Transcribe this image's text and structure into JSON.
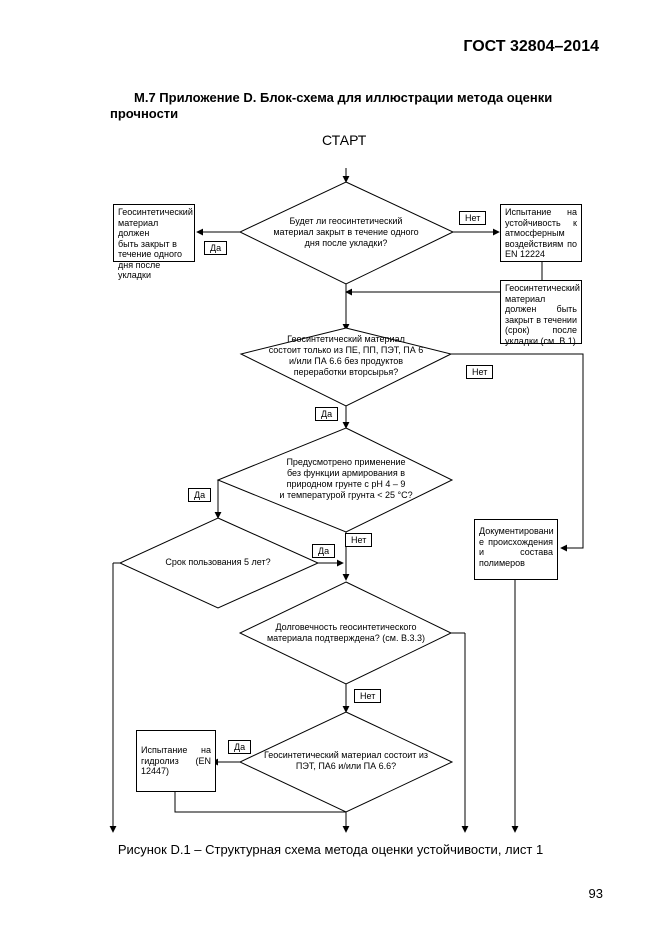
{
  "header": {
    "standard": "ГОСТ 32804–2014"
  },
  "section": {
    "title_line1": "М.7 Приложение D. Блок-схема для иллюстрации метода оценки",
    "title_line2": "прочности"
  },
  "flow": {
    "start": "СТАРТ",
    "d1": [
      "Будет ли геосинтетический",
      "материал закрыт в течение одного",
      "дня после укладки?"
    ],
    "box_closed": [
      "Геосинтетический",
      "материал должен",
      "быть закрыт в",
      "течение одного",
      "дня после укладки"
    ],
    "box_weather": "Испытание на устойчивость к атмосферным воздействиям по EN 12224",
    "box_period": "Геосинтетический материал должен быть закрыт в течении (срок) после укладки (см. B.1)",
    "d2": [
      "Геосинтетический материал",
      "состоит только из ПЕ, ПП, ПЭТ, ПА 6",
      "и/или ПА 6.6 без продуктов",
      "переработки вторсырья?"
    ],
    "d3": [
      "Предусмотрено применение",
      "без функции армирования в",
      "природном грунте с pH 4 – 9",
      "и температурой грунта < 25 °C?"
    ],
    "d4": [
      "Срок пользования 5 лет?"
    ],
    "box_doc": "Документировани е происхождения и состава полимеров",
    "d5": [
      "Долговечность геосинтетического",
      "материала подтверждена? (см. B.3.3)"
    ],
    "d6": [
      "Геосинтетический материал состоит из",
      "ПЭТ, ПА6 и/или ПА 6.6?"
    ],
    "box_hydro": "Испытание на гидролиз (EN 12447)",
    "yes": "Да",
    "no": "Нет"
  },
  "caption": "Рисунок D.1 – Структурная схема метода оценки устойчивости, лист 1",
  "page_number": "93"
}
